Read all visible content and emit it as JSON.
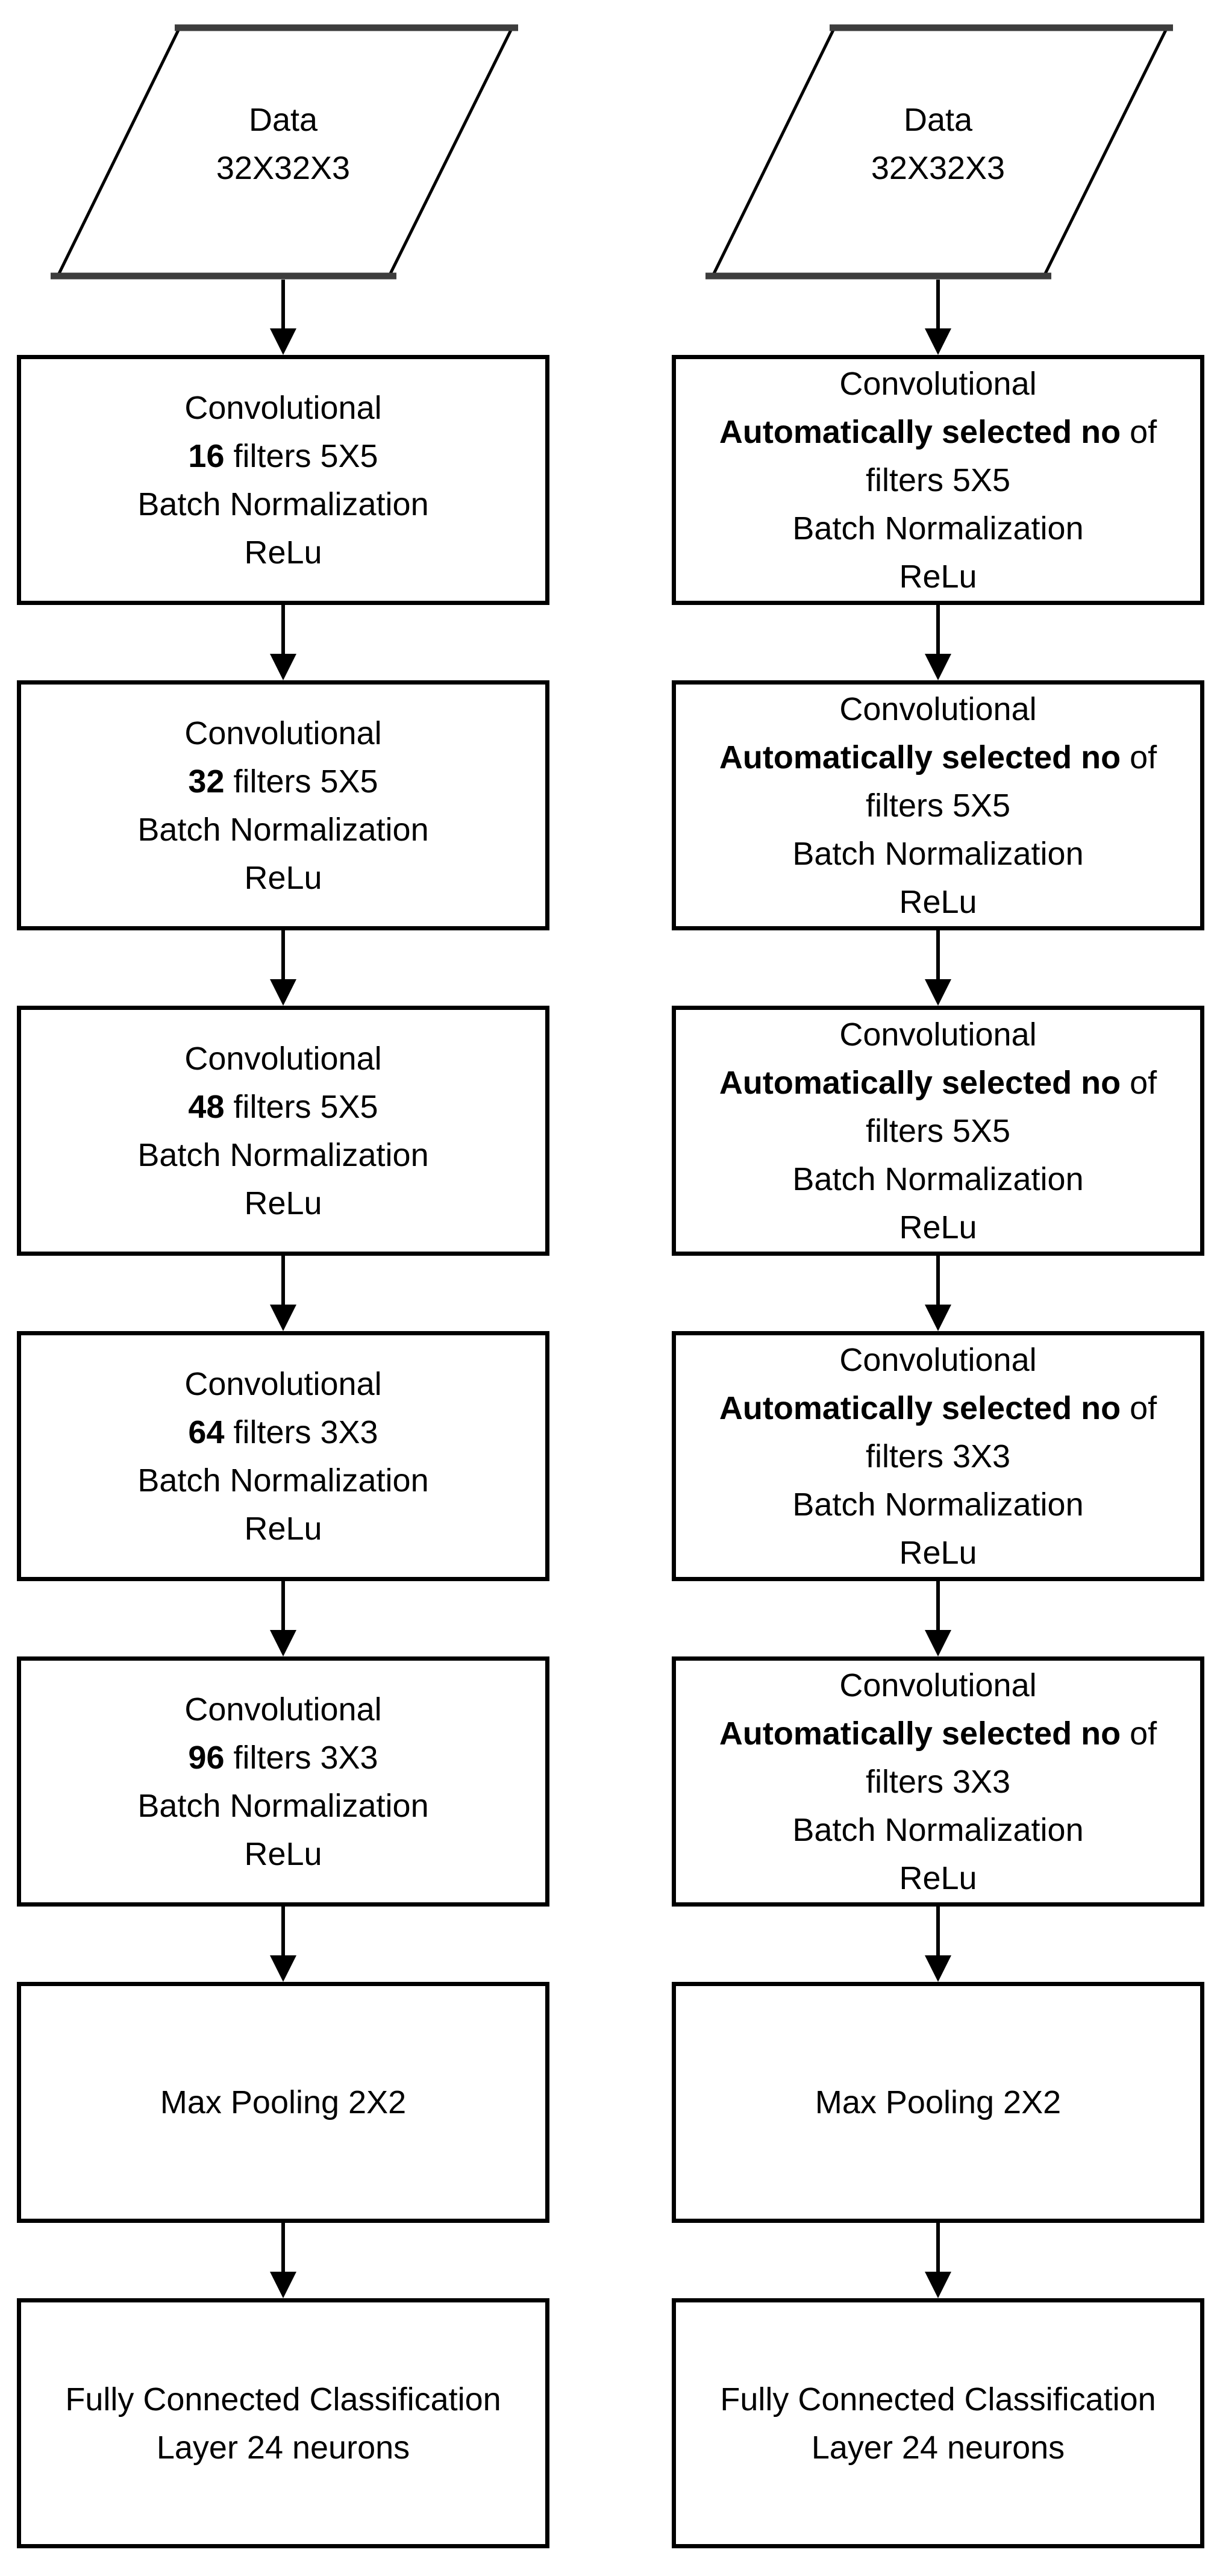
{
  "colors": {
    "stroke": "#000000",
    "fill": "#ffffff",
    "text": "#000000",
    "edge_shadow": "#3d3d3d"
  },
  "columns": [
    {
      "id": "fixed-filter-architecture",
      "data_node": {
        "label": "Data",
        "dimensions": "32X32X3"
      },
      "conv_layers": [
        {
          "type": "Convolutional",
          "filters_bold": "16",
          "filters_rest": " filters 5X5",
          "norm": "Batch Normalization",
          "activation": "ReLu"
        },
        {
          "type": "Convolutional",
          "filters_bold": "32",
          "filters_rest": " filters 5X5",
          "norm": "Batch Normalization",
          "activation": "ReLu"
        },
        {
          "type": "Convolutional",
          "filters_bold": "48",
          "filters_rest": " filters 5X5",
          "norm": "Batch Normalization",
          "activation": "ReLu"
        },
        {
          "type": "Convolutional",
          "filters_bold": "64",
          "filters_rest": " filters 3X3",
          "norm": "Batch Normalization",
          "activation": "ReLu"
        },
        {
          "type": "Convolutional",
          "filters_bold": "96",
          "filters_rest": " filters 3X3",
          "norm": "Batch Normalization",
          "activation": "ReLu"
        }
      ],
      "pool_label": "Max Pooling 2X2",
      "fc_line1": "Fully Connected Classification",
      "fc_line2": "Layer 24 neurons"
    },
    {
      "id": "auto-filter-architecture",
      "data_node": {
        "label": "Data",
        "dimensions": "32X32X3"
      },
      "conv_layers": [
        {
          "type": "Convolutional",
          "filters_bold": "Automatically selected no",
          "filters_rest": " of",
          "filters_line2": "filters 5X5",
          "norm": "Batch Normalization",
          "activation": "ReLu"
        },
        {
          "type": "Convolutional",
          "filters_bold": "Automatically selected no",
          "filters_rest": " of",
          "filters_line2": "filters 5X5",
          "norm": "Batch Normalization",
          "activation": "ReLu"
        },
        {
          "type": "Convolutional",
          "filters_bold": "Automatically selected no",
          "filters_rest": " of",
          "filters_line2": "filters 5X5",
          "norm": "Batch Normalization",
          "activation": "ReLu"
        },
        {
          "type": "Convolutional",
          "filters_bold": "Automatically selected no",
          "filters_rest": " of",
          "filters_line2": "filters 3X3",
          "norm": "Batch Normalization",
          "activation": "ReLu"
        },
        {
          "type": "Convolutional",
          "filters_bold": "Automatically selected no",
          "filters_rest": " of",
          "filters_line2": "filters 3X3",
          "norm": "Batch Normalization",
          "activation": "ReLu"
        }
      ],
      "pool_label": "Max Pooling 2X2",
      "fc_line1": "Fully Connected Classification",
      "fc_line2": "Layer 24 neurons"
    }
  ]
}
